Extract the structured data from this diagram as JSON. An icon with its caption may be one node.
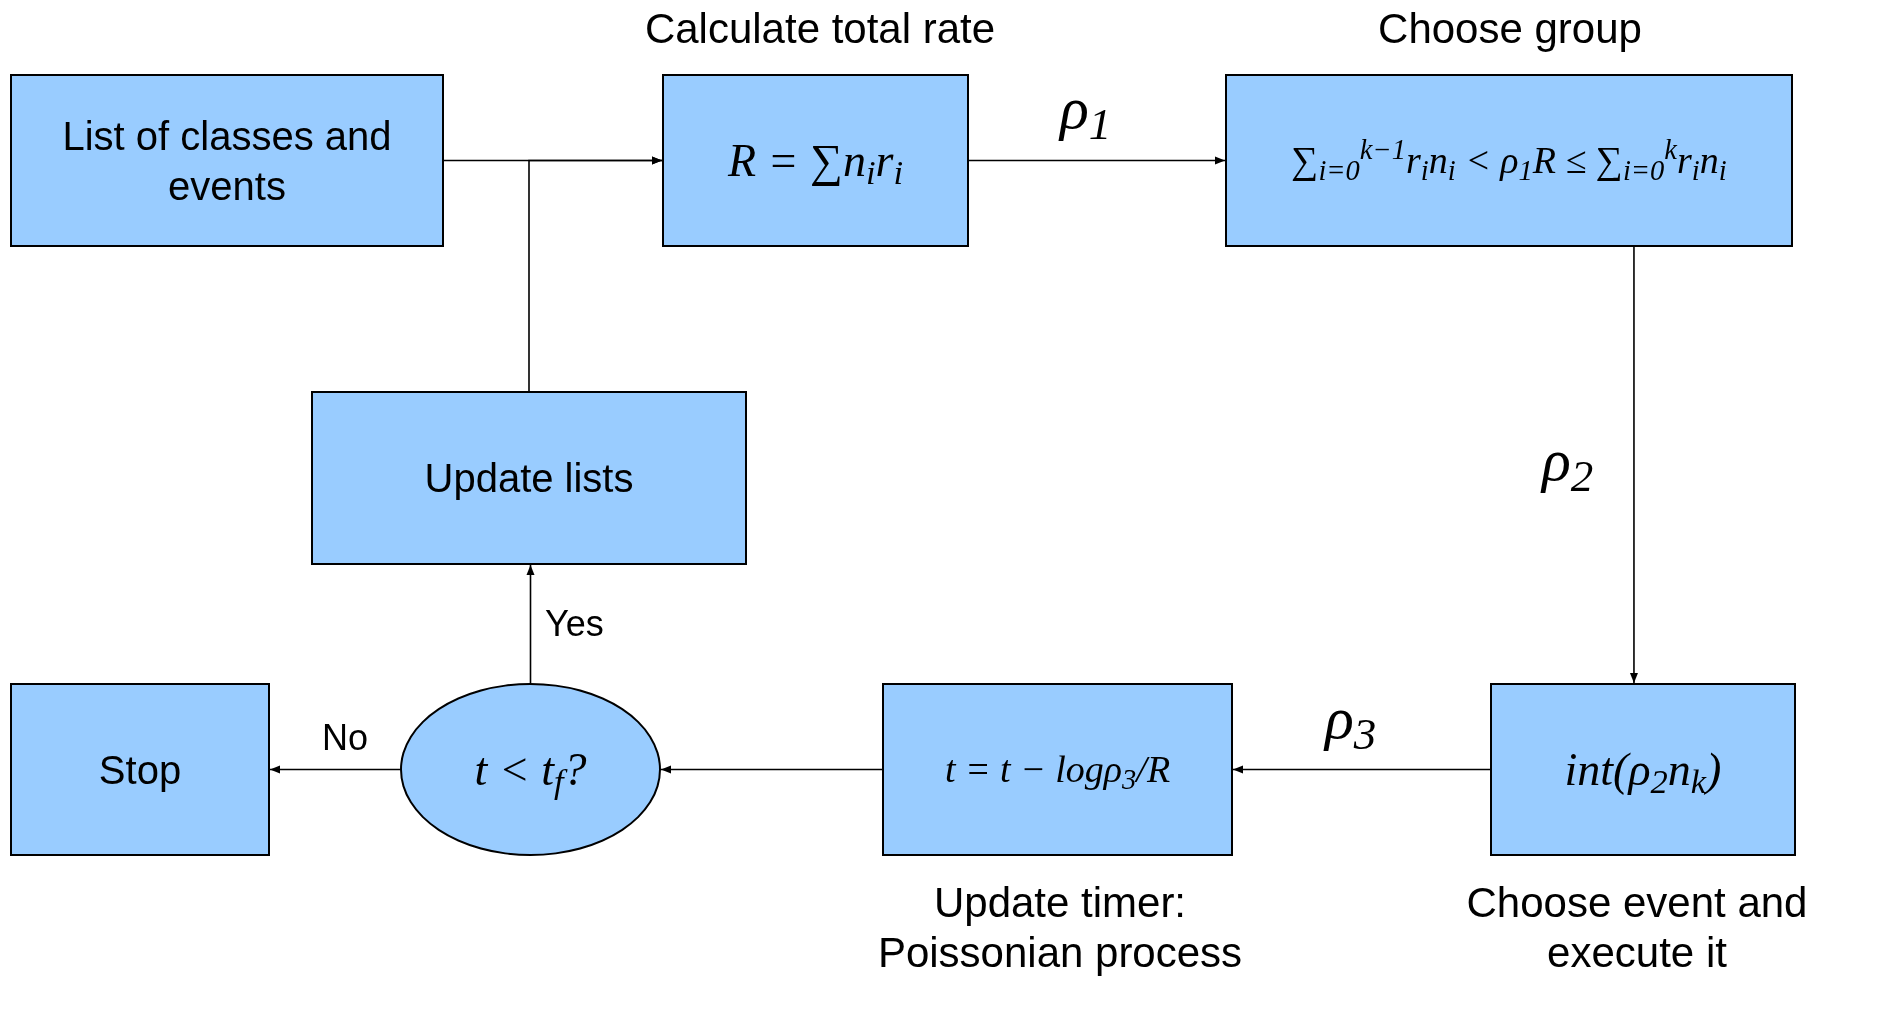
{
  "diagram": {
    "nodes": [
      {
        "text": [
          "List of classes and events"
        ]
      },
      {
        "text": [
          "R = ∑n$_{i}$r$_{i}$"
        ],
        "beside": [
          "Calculate total rate"
        ]
      },
      {
        "text": [
          "∑$_{i=0}$$^{k−1}$r$_{i}$n$_{i}$ < ρ$_{1}$R ≤ ∑$_{i=0}$$^{k}$r$_{i}$n$_{i}$"
        ],
        "beside": [
          "Choose group"
        ]
      },
      {
        "text": [
          "Update lists"
        ]
      },
      {
        "text": [
          "Stop"
        ]
      },
      {
        "text": [
          "t < t$_{f}$?"
        ]
      },
      {
        "text": [
          "t = t − logρ$_{3}$/R"
        ],
        "beside": [
          "Update timer: Poissonian process"
        ]
      },
      {
        "text": [
          "int(ρ$_{2}$n$_{k}$)"
        ],
        "beside": [
          "Choose event and execute it"
        ]
      }
    ],
    "edges": [
      {
        "from": 0,
        "to": 1,
        "arrow": "to"
      },
      {
        "from": 3,
        "to": 1,
        "arrow": "to"
      },
      {
        "from": 1,
        "to": 2,
        "arrow": "to",
        "label": "ρ$_{1}$"
      },
      {
        "from": 2,
        "to": 7,
        "arrow": "to",
        "label": "ρ$_{2}$"
      },
      {
        "from": 7,
        "to": 6,
        "arrow": "to",
        "label": "ρ$_{3}$"
      },
      {
        "from": 6,
        "to": 5,
        "arrow": "to"
      },
      {
        "from": 5,
        "to": 4,
        "arrow": "to",
        "label": "No"
      },
      {
        "from": 5,
        "to": 3,
        "arrow": "to",
        "label": "Yes"
      }
    ]
  }
}
